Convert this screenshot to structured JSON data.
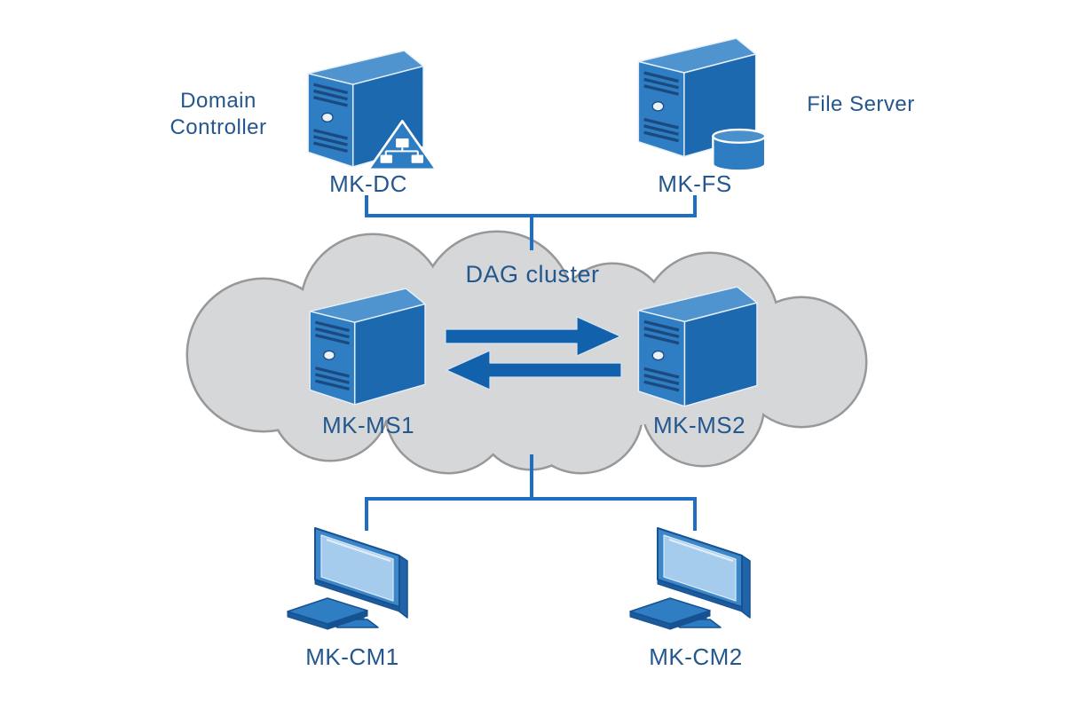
{
  "diagram": {
    "cluster": {
      "label": "DAG cluster",
      "fill": "#D5D7D9",
      "border": "#96989A"
    },
    "nodes": {
      "dc": {
        "caption": "Domain Controller",
        "name": "MK-DC",
        "icon": "server-directory-badge"
      },
      "fs": {
        "caption": "File Server",
        "name": "MK-FS",
        "icon": "server-disk"
      },
      "ms1": {
        "name": "MK-MS1",
        "icon": "server"
      },
      "ms2": {
        "name": "MK-MS2",
        "icon": "server"
      },
      "cm1": {
        "name": "MK-CM1",
        "icon": "desktop-computer"
      },
      "cm2": {
        "name": "MK-CM2",
        "icon": "desktop-computer"
      }
    },
    "colors": {
      "background": "#FFFFFF",
      "label_text": "#23578E",
      "connector_line": "#1E6EC3",
      "arrow": "#1261AC",
      "server_front": "#2F7DC2",
      "server_side": "#1D69AF",
      "server_top": "#4F93CF",
      "screen": "#A6CCED"
    }
  }
}
